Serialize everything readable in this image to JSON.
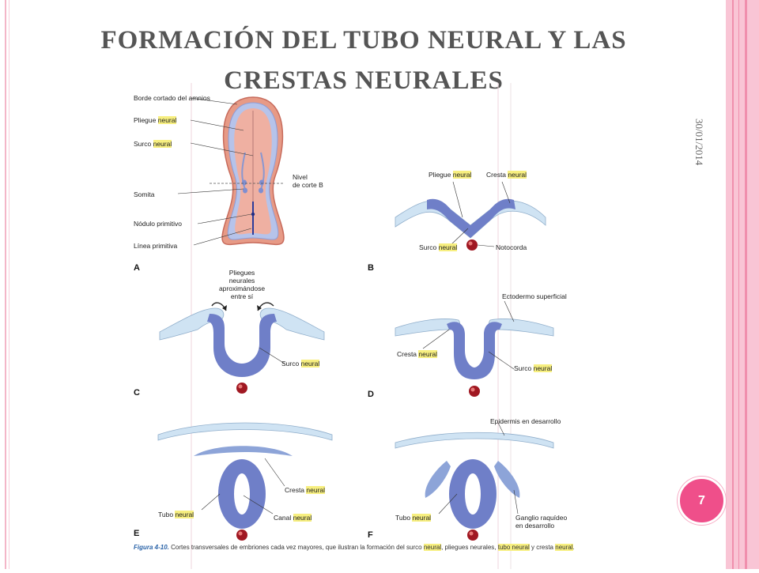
{
  "title": "FORMACIÓN DEL TUBO NEURAL Y LAS CRESTAS NEURALES",
  "date": "30/01/2014",
  "page_number": "7",
  "figure": {
    "panels": [
      "A",
      "B",
      "C",
      "D",
      "E",
      "F"
    ],
    "labels_a": {
      "borde_1": "Borde cortado",
      "borde_2": "del",
      "borde_3": "amnios",
      "pliegue": "Pliegue",
      "pliegue_hl": "neural",
      "surco": "Surco",
      "surco_hl": "neural",
      "nivel_1": "Nivel",
      "nivel_2": "de corte B",
      "somita": "Somita",
      "nodulo": "Nódulo primitivo",
      "linea": "Línea primitiva"
    },
    "labels_b": {
      "pliegue": "Pliegue",
      "pliegue_hl": "neural",
      "cresta": "Cresta",
      "cresta_hl": "neural",
      "surco": "Surco",
      "surco_hl": "neural",
      "notocorda": "Notocorda"
    },
    "labels_c": {
      "pliegues_1": "Pliegues",
      "pliegues_2": "neurales",
      "pliegues_3": "aproximándose",
      "pliegues_4": "entre sí",
      "surco": "Surco",
      "surco_hl": "neural"
    },
    "labels_d": {
      "ectodermo": "Ectodermo superficial",
      "cresta": "Cresta",
      "cresta_hl": "neural",
      "surco": "Surco",
      "surco_hl": "neural"
    },
    "labels_e": {
      "cresta": "Cresta",
      "cresta_hl": "neural",
      "tubo": "Tubo",
      "tubo_hl": "neural",
      "canal": "Canal",
      "canal_hl": "neural"
    },
    "labels_f": {
      "epidermis": "Epidermis en desarrollo",
      "tubo": "Tubo",
      "tubo_hl": "neural",
      "ganglio_1": "Ganglio raquídeo",
      "ganglio_2": "en desarrollo"
    },
    "caption": {
      "fig_label": "Figura 4-10.",
      "text_1": "Cortes transversales de embriones cada vez mayores, que ilustran la formación del surco",
      "hl_1": "neural",
      "text_2": ", pliegues neurales,",
      "hl_2": "tubo neural",
      "text_3": "y cresta",
      "hl_3": "neural",
      "text_4": "."
    }
  },
  "colors": {
    "accent_pink": "#ef4f8a",
    "band_pink": "#f9c5d5",
    "neural_blue": "#6f7fc8",
    "light_blue": "#cfe3f3",
    "embryo_salmon": "#e79a86",
    "notochord": "#a01822",
    "highlight": "#f7ef80"
  }
}
